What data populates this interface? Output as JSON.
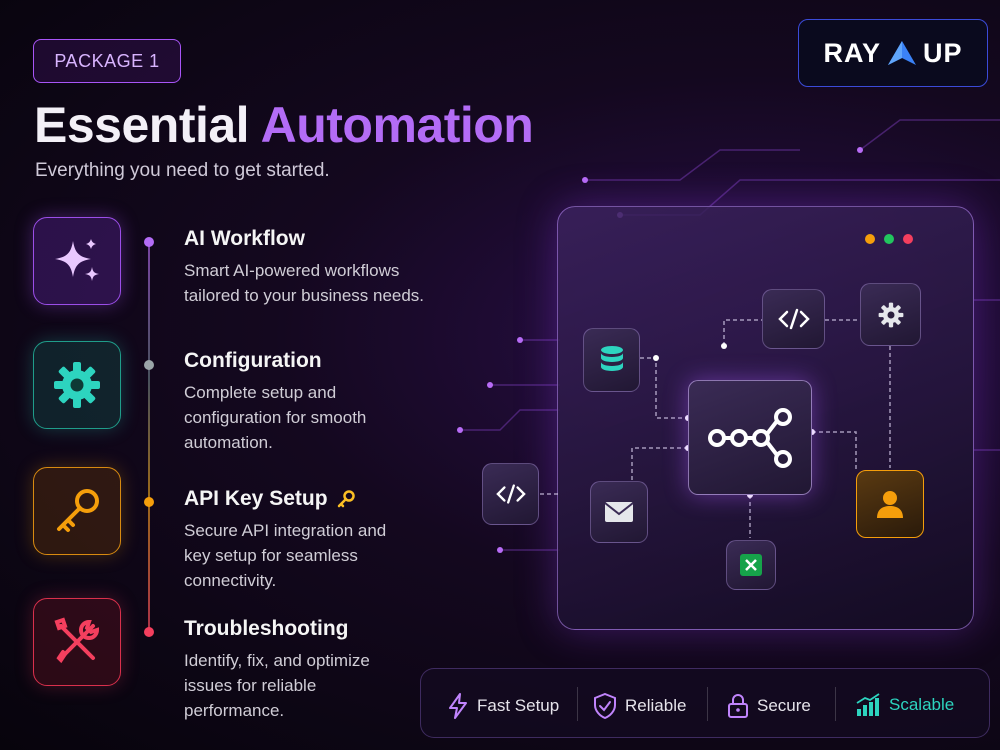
{
  "header": {
    "package_label": "PACKAGE 1",
    "title_part1": "Essential",
    "title_part2": "Automation",
    "subtitle": "Everything you need to get started."
  },
  "logo": {
    "left": "RAY",
    "right": "UP"
  },
  "features": [
    {
      "title": "AI Workflow",
      "description": "Smart AI-powered workflows tailored to your business needs.",
      "icon": "sparkle-icon",
      "color": "#a855f7"
    },
    {
      "title": "Configuration",
      "description": "Complete setup and configuration for smooth automation.",
      "icon": "gear-icon",
      "color": "#2dd4bf"
    },
    {
      "title": "API Key Setup",
      "description": "Secure API integration and key setup for seamless connectivity.",
      "icon": "key-icon",
      "color": "#f59e0b"
    },
    {
      "title": "Troubleshooting",
      "description": "Identify, fix, and optimize issues for reliable performance.",
      "icon": "tools-icon",
      "color": "#f43f5e"
    }
  ],
  "benefits": [
    {
      "label": "Fast Setup",
      "icon": "lightning-icon"
    },
    {
      "label": "Reliable",
      "icon": "shield-check-icon"
    },
    {
      "label": "Secure",
      "icon": "lock-icon"
    },
    {
      "label": "Scalable",
      "icon": "growth-chart-icon",
      "color": "#2dd4bf"
    }
  ],
  "illustration": {
    "window_dots": [
      "#f59e0b",
      "#22c55e",
      "#f43f5e"
    ],
    "nodes": [
      "database-icon",
      "code-icon",
      "gear-icon",
      "workflow-icon",
      "mail-icon",
      "spreadsheet-icon",
      "user-icon"
    ]
  }
}
